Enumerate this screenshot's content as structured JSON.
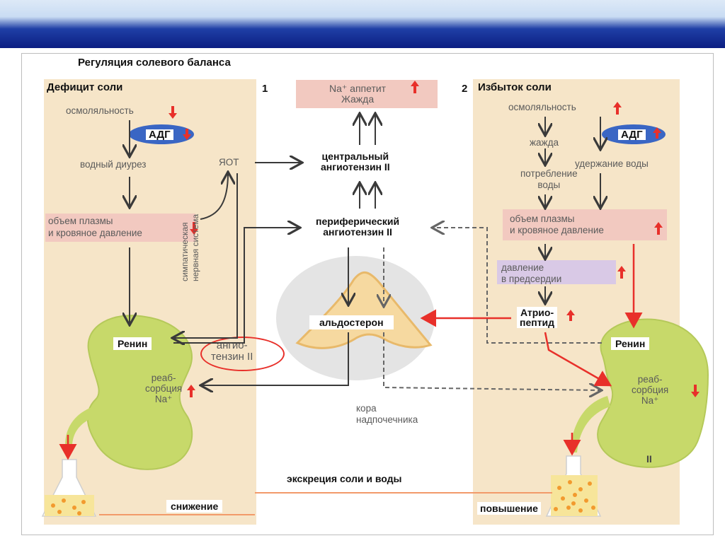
{
  "title": "Регуляция солевого баланса",
  "left": {
    "number": "1",
    "heading": "Дефицит соли",
    "osmolarity": "осмоляльность",
    "adh": "АДГ",
    "water_diuresis": "водный диурез",
    "plasma_line1": "объем плазмы",
    "plasma_line2": "и кровяное давление",
    "yaot": "ЯОТ",
    "sympathetic_line1": "симпатическая",
    "sympathetic_line2": "нервная система",
    "renin": "Ренин",
    "angio_line1": "ангио-",
    "angio_line2": "тензин II",
    "reabs_line1": "реаб-",
    "reabs_line2": "сорбция",
    "reabs_line3": "Na⁺",
    "decrease": "снижение"
  },
  "center": {
    "appetite_line1": "Na⁺ аппетит",
    "appetite_line2": "Жажда",
    "central_line1": "центральный",
    "central_line2": "ангиотензин II",
    "peripheral_line1": "периферический",
    "peripheral_line2": "ангиотензин II",
    "aldosterone": "альдостерон",
    "cortex_line1": "кора",
    "cortex_line2": "надпочечника",
    "excretion": "экскреция соли и воды"
  },
  "right": {
    "number": "2",
    "heading": "Избыток соли",
    "osmolarity": "осмоляльность",
    "adh": "АДГ",
    "thirst": "жажда",
    "water_retention": "удержание воды",
    "consumption_line1": "потребление",
    "consumption_line2": "воды",
    "plasma_line1": "объем плазмы",
    "plasma_line2": "и кровяное давление",
    "pressure_line1": "давление",
    "pressure_line2": "в предсердии",
    "atrio_line1": "Атрио-",
    "atrio_line2": "пептид",
    "renin": "Ренин",
    "reabs_line1": "реаб-",
    "reabs_line2": "сорбция",
    "reabs_line3": "Na⁺",
    "roman": "II",
    "increase": "повышение"
  },
  "colors": {
    "panel": "#f6e5c8",
    "kidney": "#c7d96a",
    "red_arrow": "#e8302a",
    "dark_arrow": "#3a3a3a",
    "appetite_box": "#f2c9c0",
    "pressure_box": "#d9c9e6"
  }
}
